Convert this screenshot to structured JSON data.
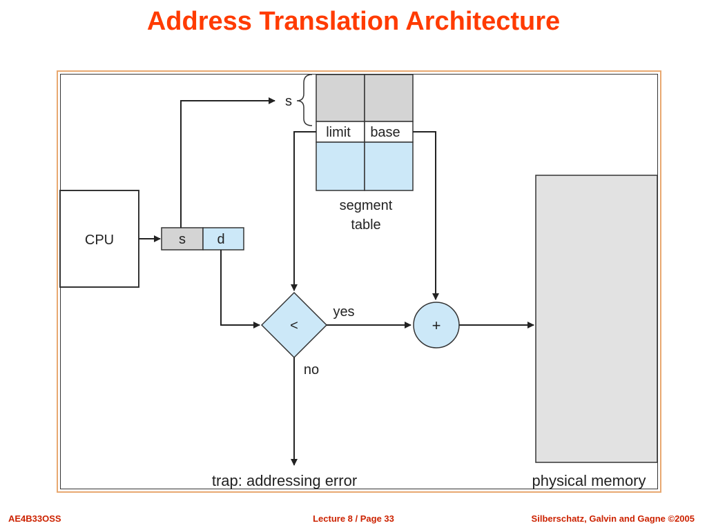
{
  "slide": {
    "title": "Address Translation Architecture"
  },
  "diagram": {
    "cpu_label": "CPU",
    "address_s": "s",
    "address_d": "d",
    "segment_selector": "s",
    "limit_label": "limit",
    "base_label": "base",
    "segment_table_line1": "segment",
    "segment_table_line2": "table",
    "compare_op": "<",
    "add_op": "+",
    "yes_label": "yes",
    "no_label": "no",
    "trap_label": "trap: addressing error",
    "memory_label": "physical memory",
    "colors": {
      "gray_fill": "#d4d4d4",
      "blue_fill": "#cce8f8",
      "stroke": "#333333"
    }
  },
  "footer": {
    "course": "AE4B33OSS",
    "page": "Lecture 8 / Page 33",
    "copyright": "Silberschatz, Galvin and Gagne ©2005"
  }
}
